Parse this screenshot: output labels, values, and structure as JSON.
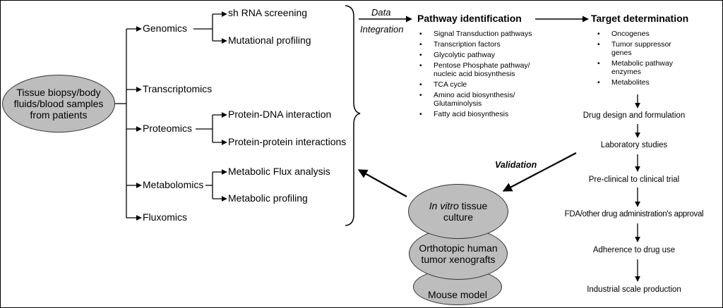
{
  "source": {
    "lines": [
      "Tissue biopsy/body",
      "fluids/blood samples",
      "from patients"
    ]
  },
  "omics": [
    {
      "label": "Genomics",
      "children": [
        "sh RNA screening",
        "Mutational profiling"
      ]
    },
    {
      "label": "Transcriptomics",
      "children": []
    },
    {
      "label": "Proteomics",
      "children": [
        "Protein-DNA interaction",
        "Protein-protein interactions"
      ]
    },
    {
      "label": "Metabolomics",
      "children": [
        "Metabolic Flux analysis",
        "Metabolic profiling"
      ]
    },
    {
      "label": "Fluxomics",
      "children": []
    }
  ],
  "data_integration": {
    "line1": "Data",
    "line2": "Integration"
  },
  "pathway": {
    "title": "Pathway identification",
    "items": [
      "Signal Transduction pathways",
      "Transcription factors",
      "Glycolytic pathway",
      "Pentose Phosphate pathway/ nucleic acid biosynthesis",
      "TCA cycle",
      "Amino acid biosynthesis/ Glutaminolysis",
      "Fatty acid biosynthesis"
    ]
  },
  "target": {
    "title": "Target determination",
    "items": [
      "Oncogenes",
      "Tumor suppressor genes",
      "Metabolic pathway enzymes",
      "Metabolites"
    ]
  },
  "pipeline": [
    "Drug design and formulation",
    "Laboratory studies",
    "Pre-clinical to clinical trial",
    "FDA/other drug administration's approval",
    "Adherence to drug use",
    "Industrial scale production"
  ],
  "validation": {
    "label": "Validation",
    "models": {
      "in_vitro": {
        "italic": "In vitro",
        "rest": "tissue",
        "line2": "culture"
      },
      "orthotopic": {
        "line1": "Orthotopic human",
        "line2": "tumor xenografts"
      },
      "mouse": {
        "line1": "Mouse model"
      }
    }
  }
}
